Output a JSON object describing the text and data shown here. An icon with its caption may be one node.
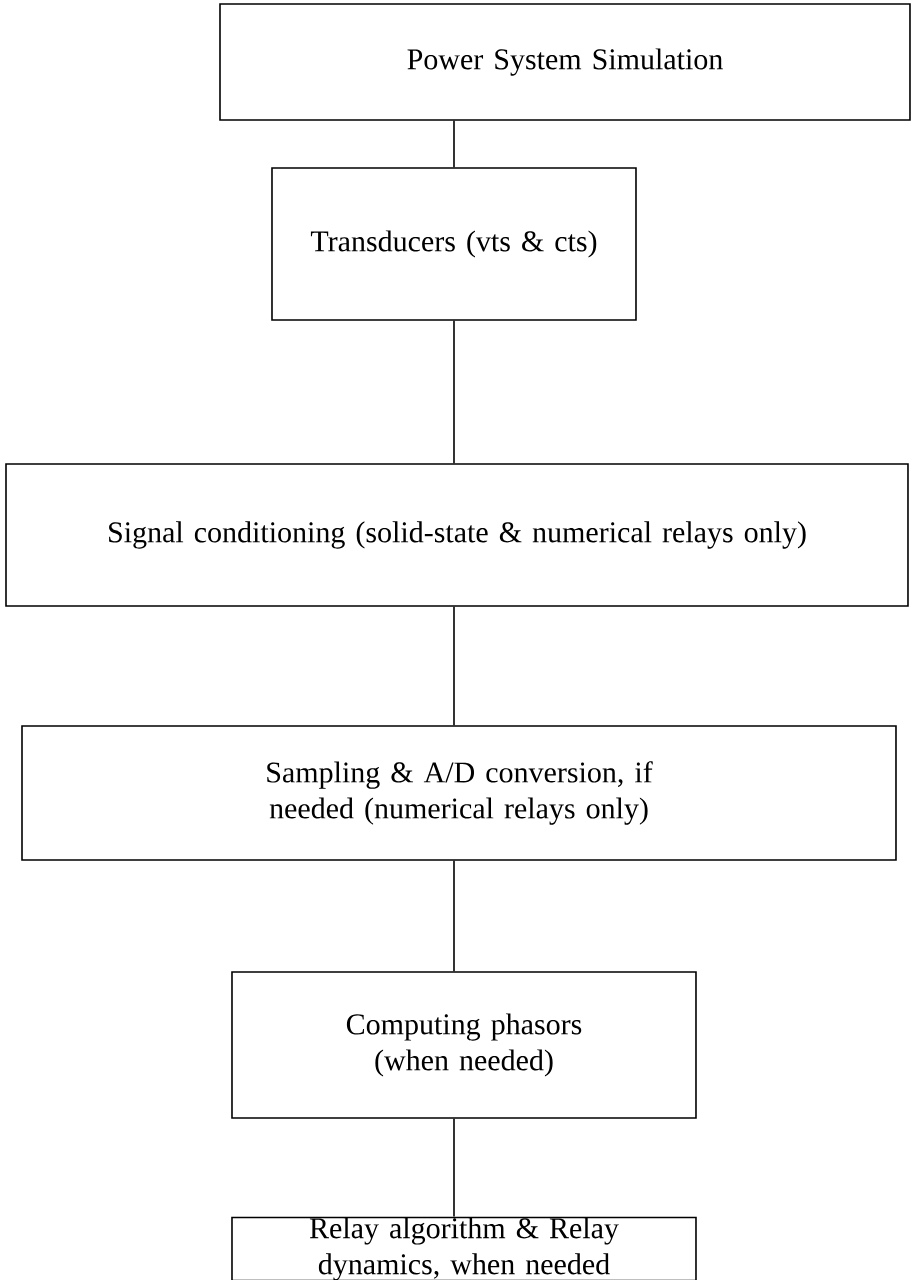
{
  "diagram": {
    "nodes": [
      {
        "text": [
          "Power System Simulation"
        ]
      },
      {
        "text": [
          "Transducers (vts & cts)"
        ]
      },
      {
        "text": [
          "Signal conditioning (solid-state & numerical relays only)"
        ]
      },
      {
        "text": [
          "Sampling & A/D conversion, if needed (numerical relays only)"
        ]
      },
      {
        "text": [
          "Computing phasors (when needed)"
        ]
      },
      {
        "text": [
          "Relay algorithm & Relay dynamics, when needed"
        ]
      }
    ],
    "edges": [
      {
        "from": 0,
        "to": 1,
        "arrow": "none"
      },
      {
        "from": 1,
        "to": 2,
        "arrow": "none"
      },
      {
        "from": 2,
        "to": 3,
        "arrow": "none"
      },
      {
        "from": 3,
        "to": 4,
        "arrow": "none"
      },
      {
        "from": 4,
        "to": 5,
        "arrow": "none"
      }
    ]
  }
}
